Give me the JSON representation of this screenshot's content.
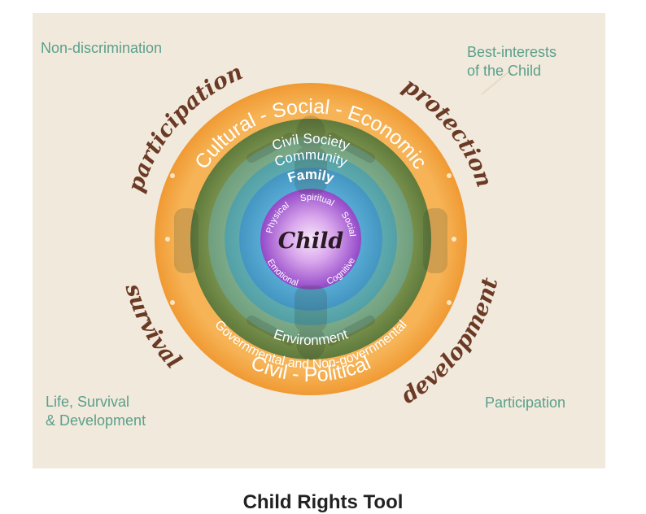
{
  "labels": {
    "non_discrimination": "Non-discrimination",
    "best_interests_line1": "Best-interests",
    "best_interests_line2": "of the Child",
    "life_survival_line1": "Life, Survival",
    "life_survival_line2": "& Development",
    "participation_corner": "Participation"
  },
  "principles": {
    "participation": "participation",
    "protection": "protection",
    "survival": "survival",
    "development": "development"
  },
  "rings": {
    "cultural_social_economic": "Cultural - Social - Economic",
    "civil_political": "Civil  -  Political",
    "civil_society": "Civil Society",
    "governmental": "Governmental and Non-governmental",
    "community": "Community",
    "environment": "Environment",
    "family": "Family",
    "physical": "Physical",
    "spiritual": "Spiritual",
    "social": "Social",
    "emotional": "Emotional",
    "cognitive": "Cognitive",
    "child": "Child"
  },
  "caption": "Child Rights Tool",
  "colors": {
    "panel": "#f2e9dd",
    "outer_ring": "#f3a94a",
    "olive_ring": "#6f8a47",
    "green_ring": "#7aa88a",
    "teal_ring": "#5aa7b0",
    "blue_ring": "#4ea0cc",
    "purple_core": "#a25ad6",
    "label_green": "#5aa08a",
    "principle_brown": "#6b3a24"
  }
}
